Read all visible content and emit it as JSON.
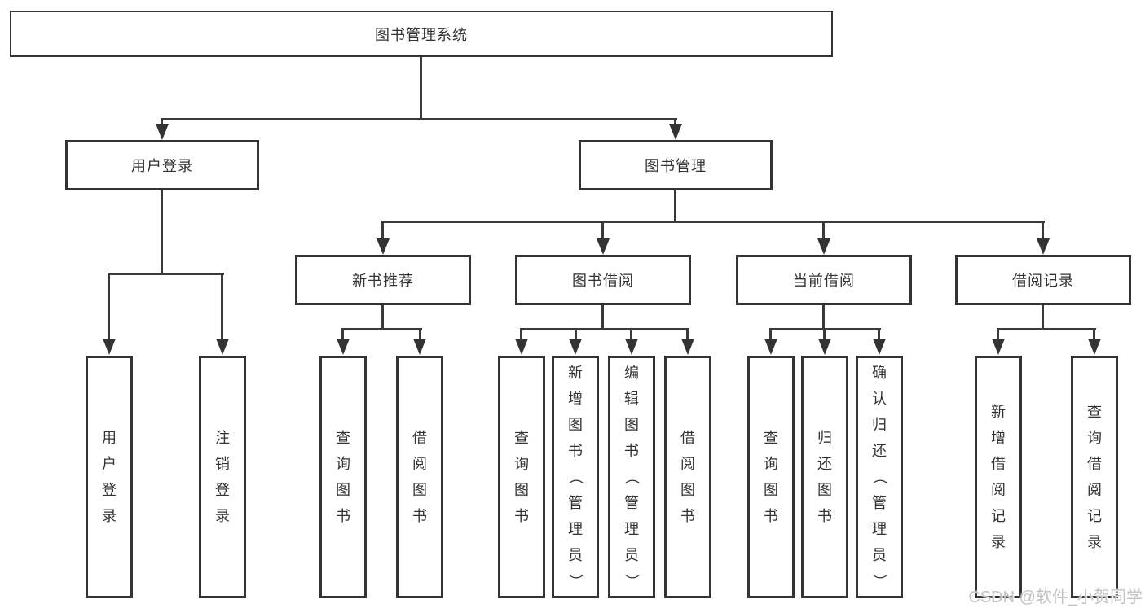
{
  "diagram": {
    "root": {
      "label": "图书管理系统"
    },
    "level2": {
      "user_login": {
        "label": "用户登录"
      },
      "book_management": {
        "label": "图书管理"
      }
    },
    "level3": {
      "new_book_recommend": {
        "label": "新书推荐"
      },
      "book_borrowing": {
        "label": "图书借阅"
      },
      "current_borrowing": {
        "label": "当前借阅"
      },
      "borrow_records": {
        "label": "借阅记录"
      }
    },
    "leaves": {
      "login_user_login": {
        "label": "用户登录"
      },
      "login_logout": {
        "label": "注销登录"
      },
      "recommend_query_books": {
        "label": "查询图书"
      },
      "recommend_borrow_books": {
        "label": "借阅图书"
      },
      "borrowing_query_books": {
        "label": "查询图书"
      },
      "borrowing_add_books_admin": {
        "label": "新增图书（管理员）"
      },
      "borrowing_edit_books_admin": {
        "label": "编辑图书（管理员）"
      },
      "borrowing_borrow_books": {
        "label": "借阅图书"
      },
      "current_query_books": {
        "label": "查询图书"
      },
      "current_return_books": {
        "label": "归还图书"
      },
      "current_confirm_return_admin": {
        "label": "确认归还（管理员）"
      },
      "records_add_borrow_record": {
        "label": "新增借阅记录"
      },
      "records_query_borrow_record": {
        "label": "查询借阅记录"
      }
    },
    "watermark": "CSDN @软件_小贺同学"
  },
  "colors": {
    "line": "#333333",
    "text": "#333333",
    "background": "#ffffff",
    "watermark": "#c2c2c2"
  }
}
